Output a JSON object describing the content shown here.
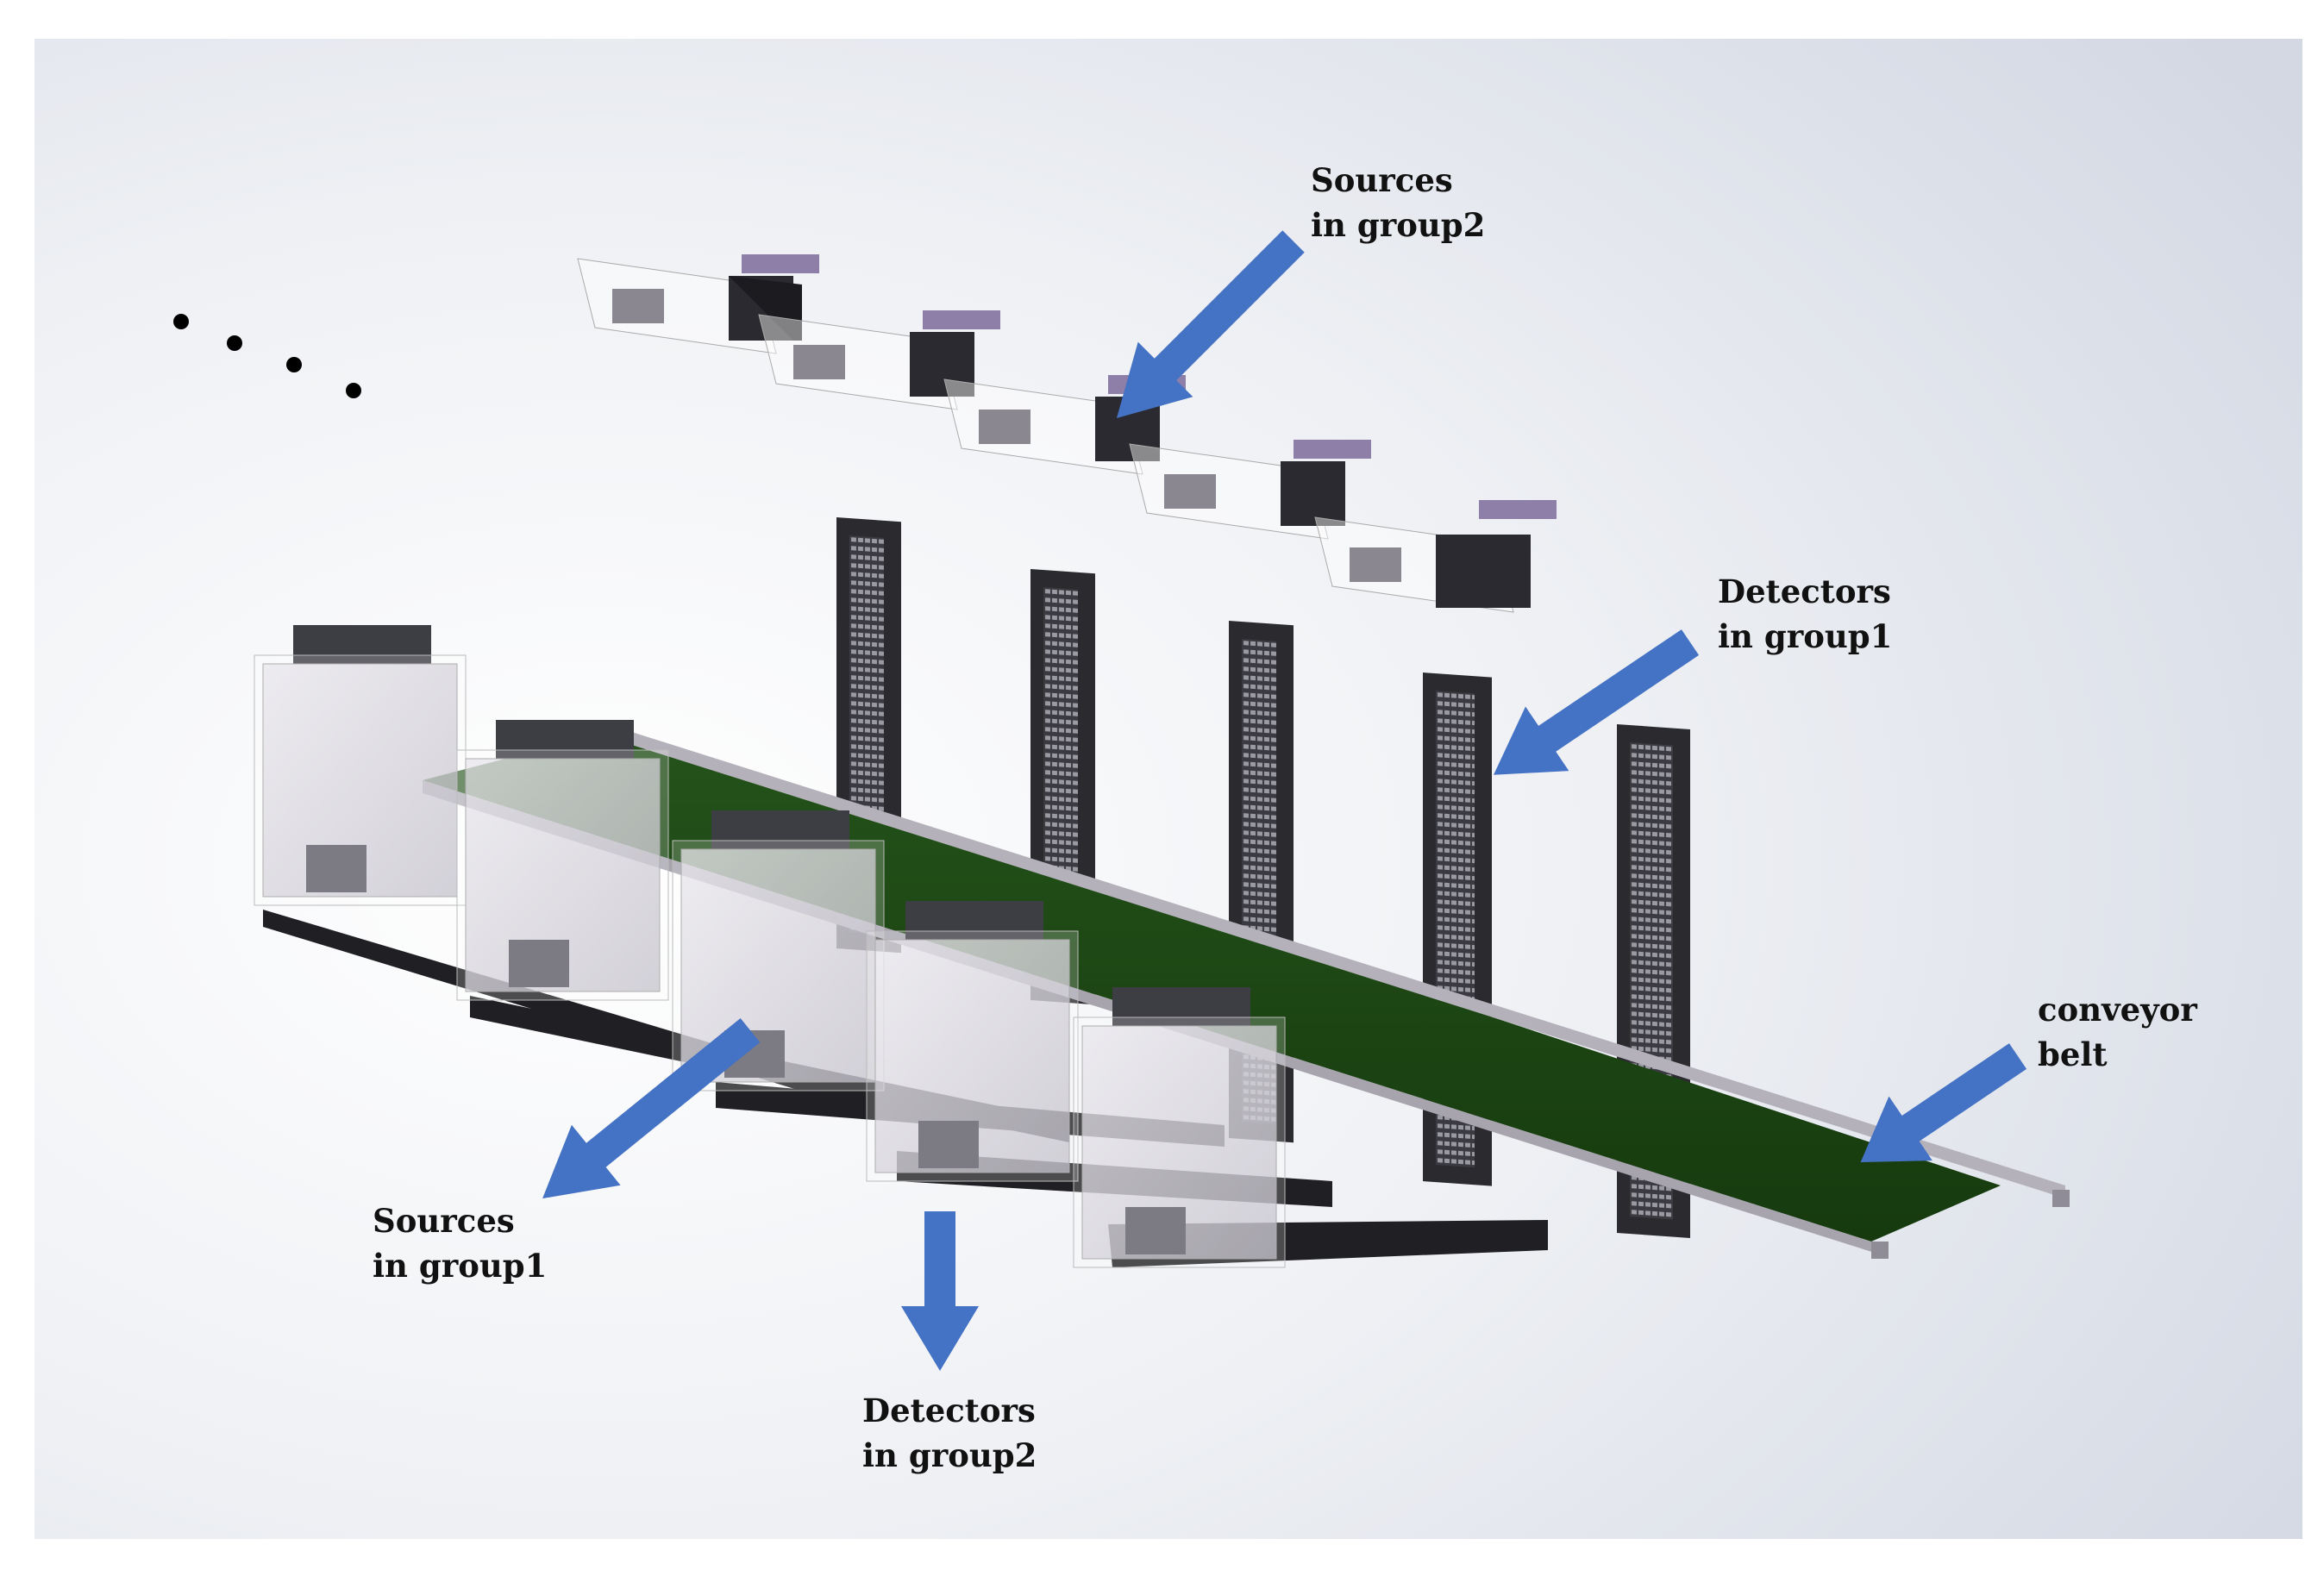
{
  "figure": {
    "ellipsis": "....",
    "labels": {
      "sources_group2": {
        "line1": "Sources",
        "line2": "in group2"
      },
      "detectors_group1": {
        "line1": "Detectors",
        "line2": "in group1"
      },
      "conveyor_belt": {
        "line1": "conveyor",
        "line2": "belt"
      },
      "sources_group1": {
        "line1": "Sources",
        "line2": "in group1"
      },
      "detectors_group2": {
        "line1": "Detectors",
        "line2": "in group2"
      }
    },
    "colors": {
      "arrow": "#4472c4",
      "belt": "#1f4a12",
      "detector_body": "#2b2b2f",
      "source_box": "#c9c6cf",
      "background": "#dde1ea"
    },
    "counts": {
      "sources_group1": 5,
      "sources_group2": 5,
      "detectors_group1": 5,
      "detectors_group2": 5
    }
  }
}
